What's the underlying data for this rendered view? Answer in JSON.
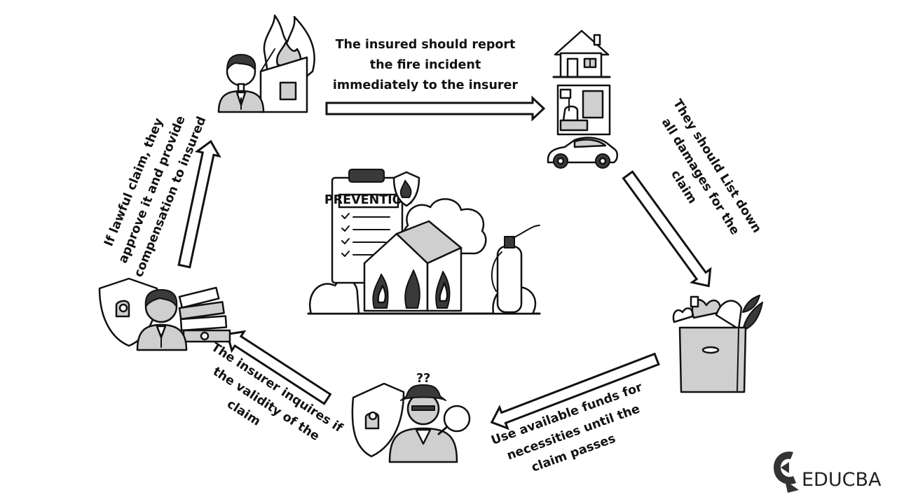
{
  "steps": {
    "report": [
      "The insured should report",
      "the fire incident",
      "immediately to the insurer"
    ],
    "list_damages": [
      "They should List down",
      "all damages for the",
      "claim"
    ],
    "use_funds": [
      "Use available funds for",
      "necessities until the",
      "claim passes"
    ],
    "inquire": [
      "The insurer inquires if",
      "the validity of the",
      "claim"
    ],
    "approve": [
      "If lawful claim, they",
      "approve it and provide",
      "compensation to insured"
    ]
  },
  "center": {
    "clipboard_title": "PREVENTION"
  },
  "inquire_marks": "??",
  "logo": {
    "text": "EDUCBA"
  },
  "icons": {
    "insured_fire": "person-fire-icon",
    "property": "house-room-car-icon",
    "damages": "shopping-bag-icon",
    "investigator": "detective-icon",
    "insurer_money": "insurer-money-icon",
    "center": "house-fire-prevention-icon"
  }
}
